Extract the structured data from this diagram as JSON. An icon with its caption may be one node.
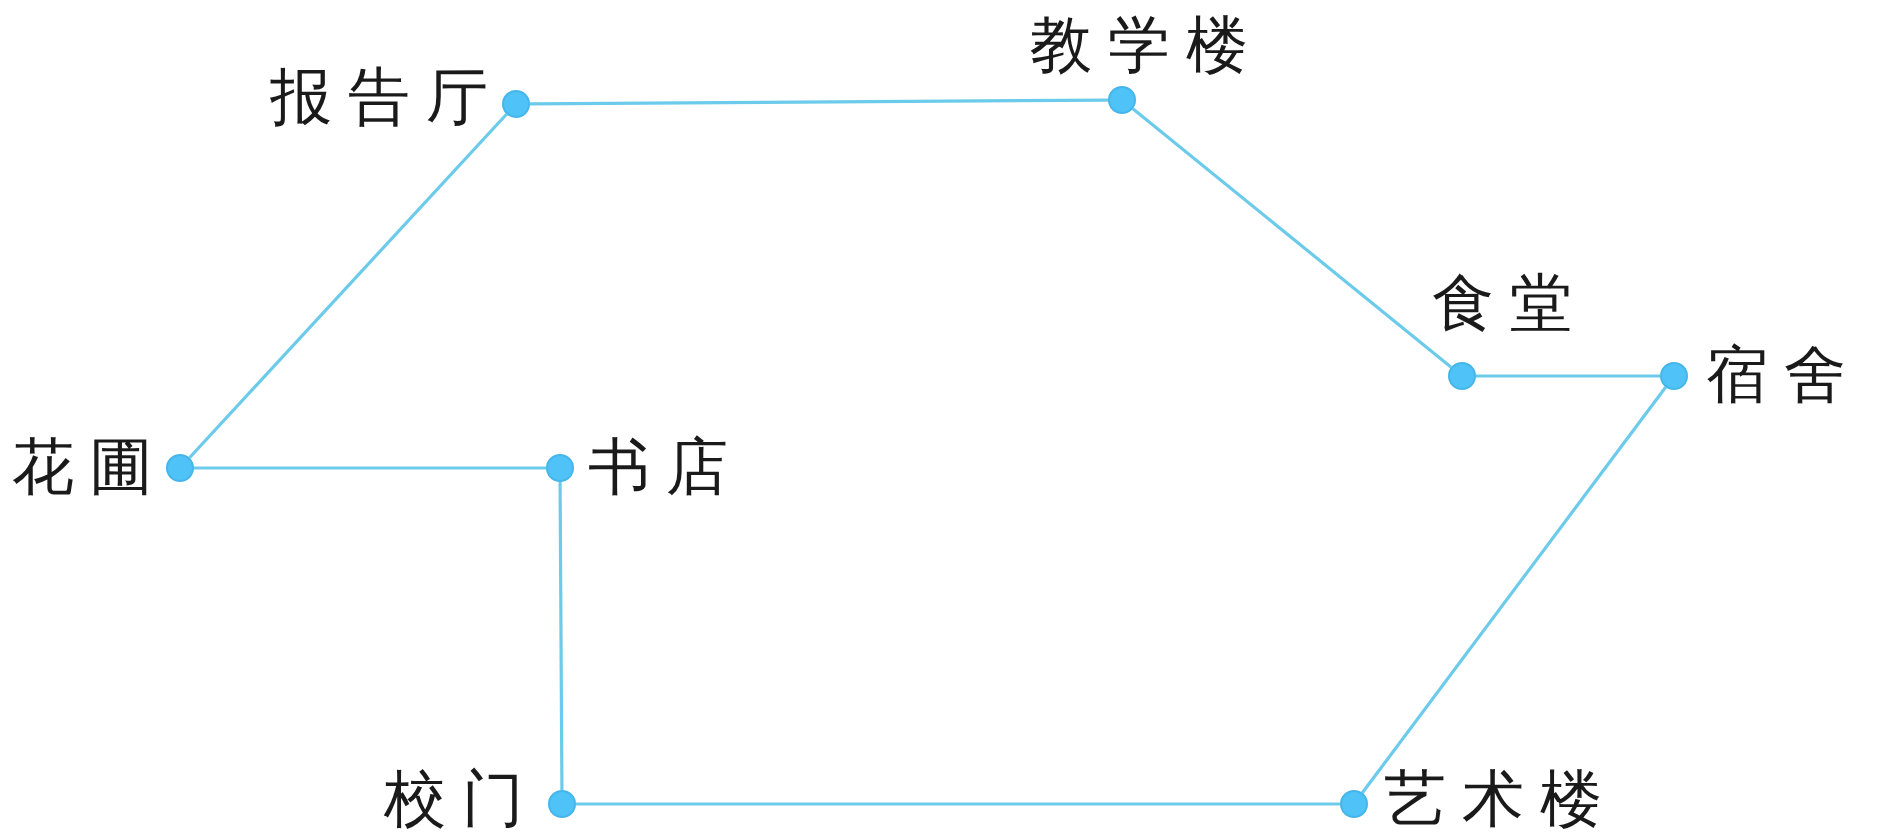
{
  "diagram": {
    "nodes": [
      {
        "text": [],
        "shape": "circle",
        "beside": [
          "报告厅"
        ]
      },
      {
        "text": [],
        "shape": "circle",
        "beside": [
          "教学楼"
        ]
      },
      {
        "text": [],
        "shape": "circle",
        "beside": [
          "食堂"
        ]
      },
      {
        "text": [],
        "shape": "circle",
        "beside": [
          "宿舍"
        ]
      },
      {
        "text": [],
        "shape": "circle",
        "beside": [
          "花圃"
        ]
      },
      {
        "text": [],
        "shape": "circle",
        "beside": [
          "书店"
        ]
      },
      {
        "text": [],
        "shape": "circle",
        "beside": [
          "校门"
        ]
      },
      {
        "text": [],
        "shape": "circle",
        "beside": [
          "艺术楼"
        ]
      }
    ],
    "edges": [
      {
        "from": 0,
        "to": 1,
        "arrow": "none"
      },
      {
        "from": 1,
        "to": 2,
        "arrow": "none"
      },
      {
        "from": 2,
        "to": 3,
        "arrow": "none"
      },
      {
        "from": 3,
        "to": 7,
        "arrow": "none"
      },
      {
        "from": 7,
        "to": 6,
        "arrow": "none"
      },
      {
        "from": 6,
        "to": 5,
        "arrow": "none"
      },
      {
        "from": 5,
        "to": 4,
        "arrow": "none"
      },
      {
        "from": 4,
        "to": 0,
        "arrow": "none"
      }
    ]
  }
}
